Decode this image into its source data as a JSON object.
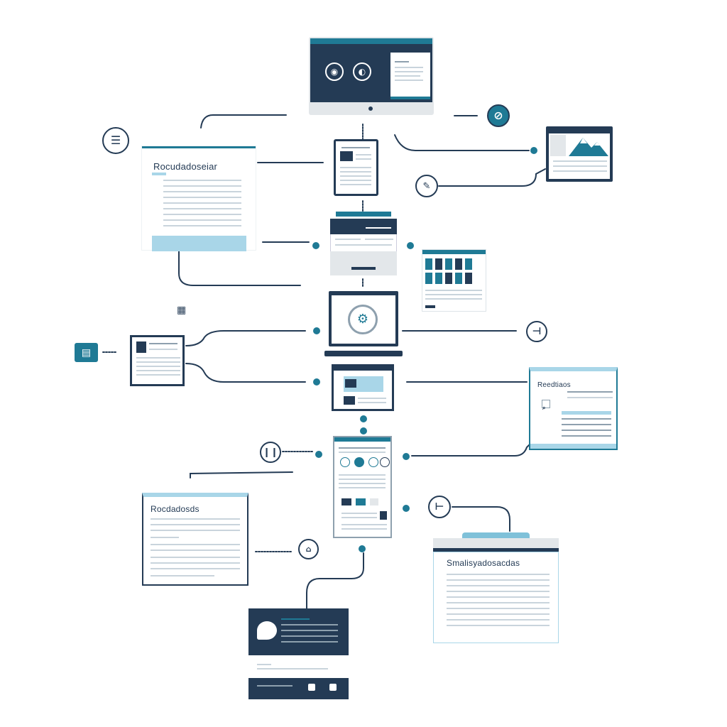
{
  "cards": {
    "left_doc_title": "Rocudadoseiar",
    "bottom_left_doc_title": "Rocdadosds",
    "bottom_right_doc_title": "Smalisyadosacdas",
    "right_panel_title": "Reedtiaos"
  },
  "icons": [
    "menu-lines-icon",
    "globe-icon",
    "pen-icon",
    "gear-icon",
    "split-icon",
    "document-icon",
    "chat-icon"
  ],
  "colors": {
    "navy": "#243b55",
    "teal": "#1f7a95",
    "light_blue": "#a9d6e8",
    "gray": "#e3e7ea"
  }
}
